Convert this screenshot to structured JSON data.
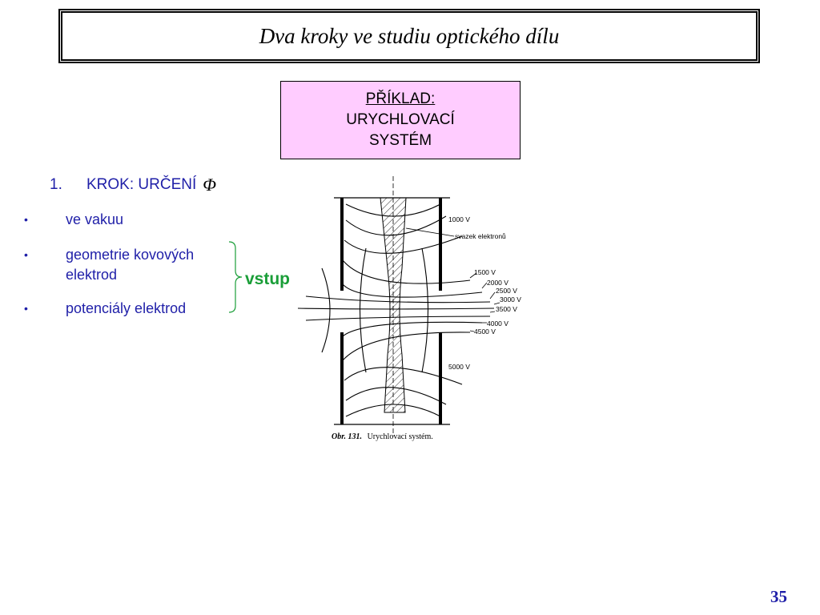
{
  "slide": {
    "title": "Dva kroky ve studiu optického dílu",
    "example_box": {
      "line1": "PŘÍKLAD:",
      "line2": "URYCHLOVACÍ",
      "line3": "SYSTÉM"
    },
    "step": {
      "number": "1.",
      "label": "KROK: URČENÍ",
      "symbol": "Φ"
    },
    "bullets": [
      {
        "text_line1": "ve vakuu",
        "text_line2": ""
      },
      {
        "text_line1": "geometrie kovových",
        "text_line2": "elektrod"
      },
      {
        "text_line1": "potenciály elektrod",
        "text_line2": ""
      }
    ],
    "brace_label": "vstup",
    "figure": {
      "labels": {
        "v1000": "1000 V",
        "beam": "svazek elektronů",
        "v1500": "1500 V",
        "v2000": "2000 V",
        "v2500": "2500 V",
        "v3000": "3000 V",
        "v3500": "3500 V",
        "v4000": "4000 V",
        "v4500": "4500 V",
        "v5000": "5000 V"
      },
      "caption_bold": "Obr. 131.",
      "caption_text": "Urychlovací systém."
    },
    "page_number": "35",
    "colors": {
      "text_blue": "#1f1fa8",
      "box_pink": "#ffccff",
      "vstup_green": "#1a9e38"
    }
  }
}
